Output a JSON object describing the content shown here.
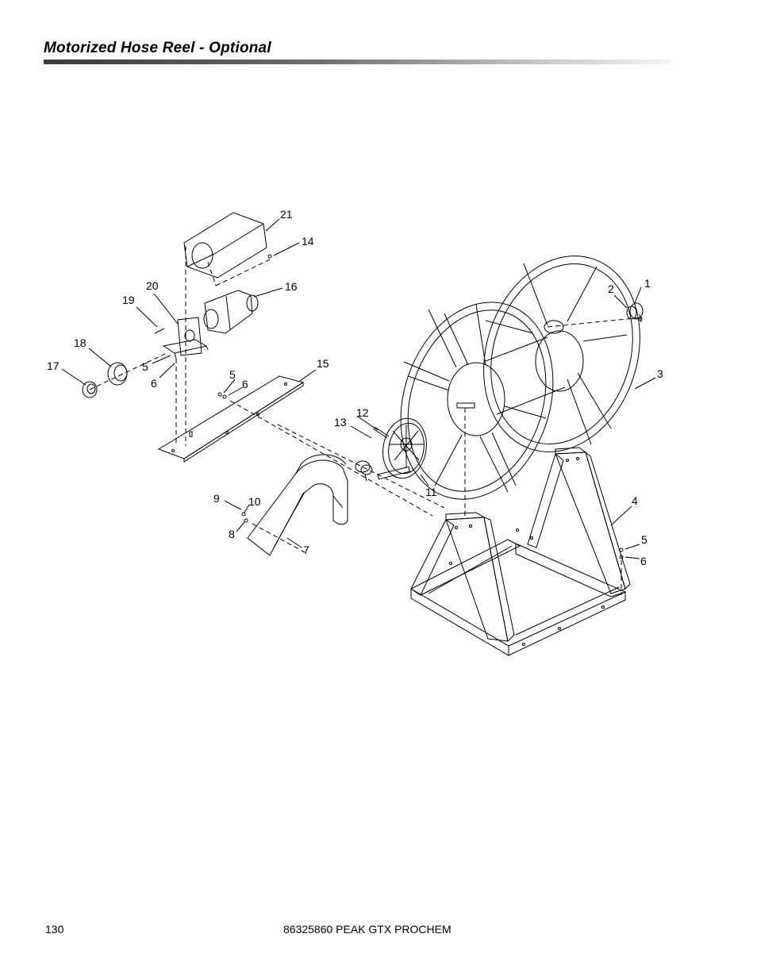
{
  "header": {
    "title": "Motorized Hose Reel - Optional"
  },
  "callouts": [
    "1",
    "2",
    "3",
    "4",
    "5",
    "6",
    "7",
    "8",
    "9",
    "10",
    "11",
    "12",
    "13",
    "14",
    "15",
    "16",
    "17",
    "18",
    "19",
    "20",
    "21"
  ],
  "duplicate_callouts": {
    "c5b": "5",
    "c6b": "6",
    "c5c": "5",
    "c6c": "6"
  },
  "footer": {
    "page_number": "130",
    "doc_id": "86325860 PEAK GTX PROCHEM"
  }
}
